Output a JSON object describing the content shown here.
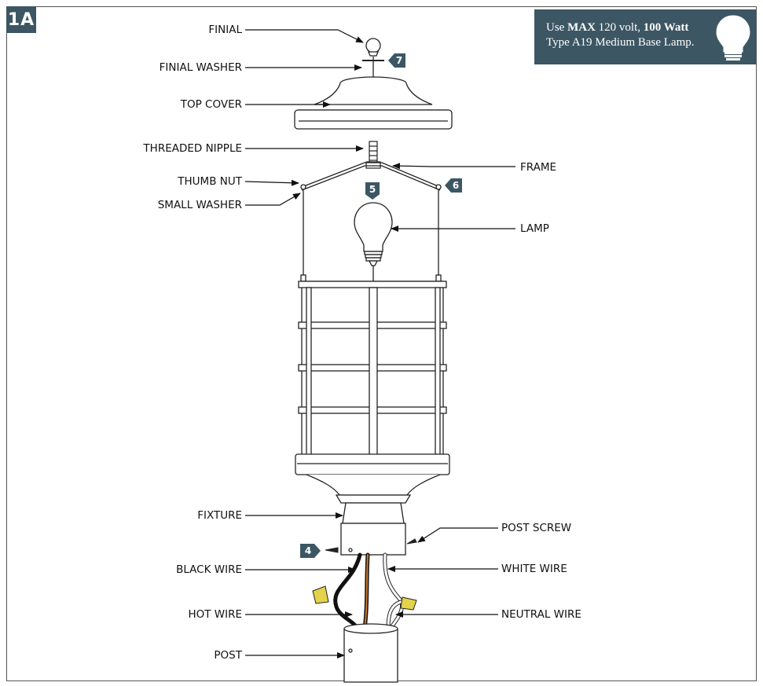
{
  "step_tag": "1A",
  "note": {
    "prefix": "Use",
    "max": "MAX",
    "volt": "120 volt,",
    "watt": "100 Watt",
    "line2": "Type  A19 Medium Base Lamp."
  },
  "labels": {
    "finial": "FINIAL",
    "finial_washer": "FINIAL WASHER",
    "top_cover": "TOP COVER",
    "threaded_nipple": "THREADED NIPPLE",
    "thumb_nut": "THUMB NUT",
    "small_washer": "SMALL WASHER",
    "frame": "FRAME",
    "lamp": "LAMP",
    "fixture": "FIXTURE",
    "post_screw": "POST SCREW",
    "black_wire": "BLACK WIRE",
    "white_wire": "WHITE WIRE",
    "hot_wire": "HOT WIRE",
    "neutral_wire": "NEUTRAL WIRE",
    "post": "POST"
  },
  "steps": {
    "s4": "4",
    "s5": "5",
    "s6": "6",
    "s7": "7"
  },
  "colors": {
    "accent": "#3c5663",
    "line": "#222222",
    "wire_nut": "#e3d24a",
    "ground_wire": "#c97a2a"
  }
}
